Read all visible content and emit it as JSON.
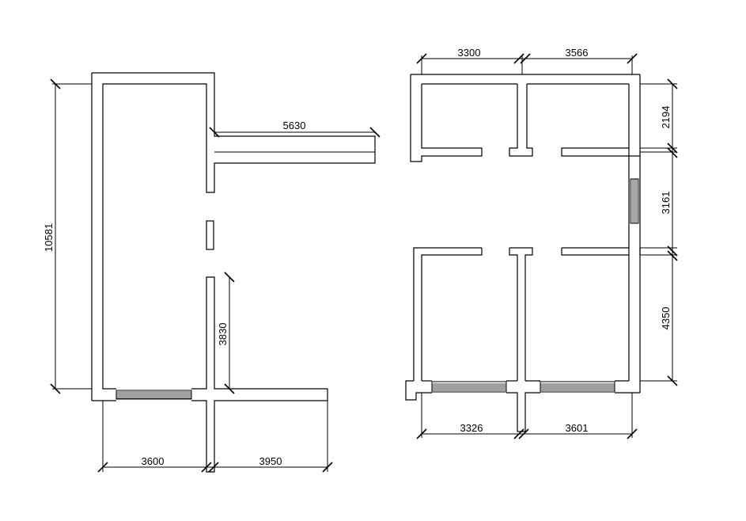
{
  "left_plan": {
    "dim_height": "10581",
    "dim_top_right": "5630",
    "dim_right_lower": "3830",
    "dim_bottom_left": "3600",
    "dim_bottom_right": "3950"
  },
  "right_plan": {
    "dim_top_left": "3300",
    "dim_top_right": "3566",
    "dim_right_top": "2194",
    "dim_right_middle": "3161",
    "dim_right_bottom": "4350",
    "dim_bottom_left": "3326",
    "dim_bottom_right": "3601"
  }
}
